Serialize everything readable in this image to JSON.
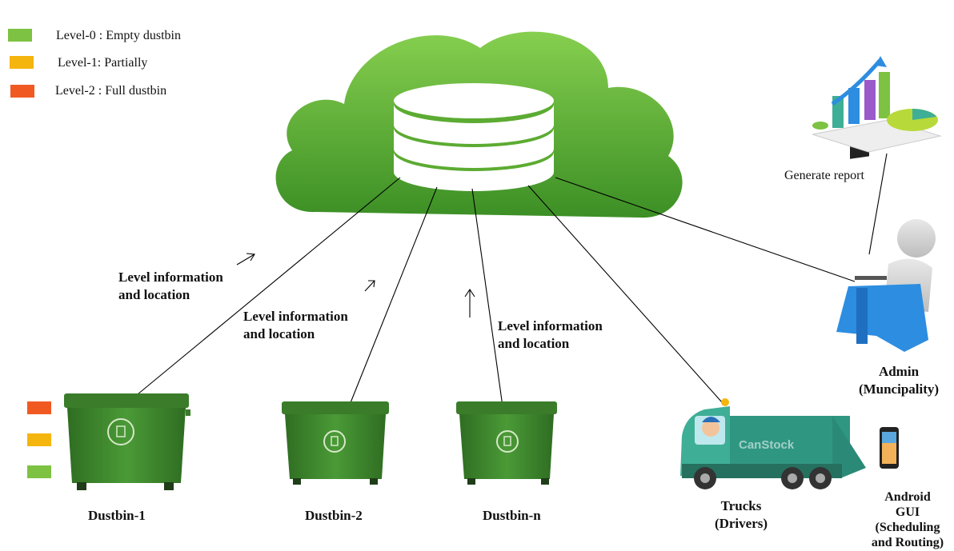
{
  "legend": {
    "items": [
      {
        "label": "Level-0 : Empty dustbin",
        "color": "#7dc242"
      },
      {
        "label": "Level-1: Partially",
        "color": "#f5b50f"
      },
      {
        "label": "Level-2 : Full dustbin",
        "color": "#f05a22"
      }
    ]
  },
  "annotations": {
    "info1_line1": "Level information",
    "info1_line2": "and location",
    "info2_line1": "Level information",
    "info2_line2": "and location",
    "info3_line1": "Level information",
    "info3_line2": "and location"
  },
  "dustbins": {
    "d1": "Dustbin-1",
    "d2": "Dustbin-2",
    "dn": "Dustbin-n"
  },
  "report": {
    "label": "Generate report"
  },
  "admin": {
    "line1": "Admin",
    "line2": "(Muncipality)"
  },
  "trucks": {
    "line1": "Trucks",
    "line2": "(Drivers)",
    "watermark": "CanStock"
  },
  "android": {
    "line1": "Android",
    "line2": "GUI",
    "line3": "(Scheduling",
    "line4": "and Routing)"
  },
  "colors": {
    "cloud": "#5cab32",
    "bin": "#3a7c2a",
    "truck": "#39a08a",
    "person": "#2d8de0"
  }
}
